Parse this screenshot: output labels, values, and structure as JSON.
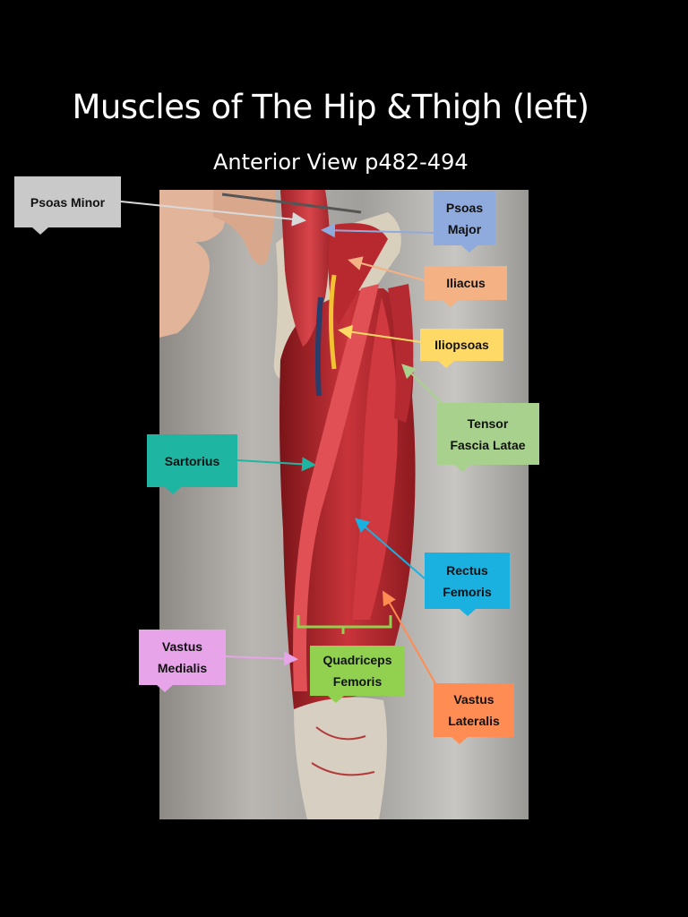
{
  "title": "Muscles of The Hip &Thigh (left)",
  "subtitle": "Anterior View p482-494",
  "labels": {
    "psoas_minor": "Psoas Minor",
    "psoas_major": "Psoas\nMajor",
    "iliacus": "Iliacus",
    "iliopsoas": "Iliopsoas",
    "tensor_fascia_latae": "Tensor\nFascia Latae",
    "sartorius": "Sartorius",
    "rectus_femoris": "Rectus\nFemoris",
    "vastus_medialis": "Vastus\nMedialis",
    "quadriceps_femoris": "Quadriceps\nFemoris",
    "vastus_lateralis": "Vastus\nLateralis"
  },
  "colors": {
    "psoas_minor": "#c9c9c9",
    "psoas_major": "#8faadc",
    "iliacus": "#f4b183",
    "iliopsoas": "#ffd966",
    "tensor_fascia_latae": "#a9d18e",
    "sartorius": "#1fb5a3",
    "rectus_femoris": "#1ab0e0",
    "vastus_medialis": "#e7a4e8",
    "quadriceps_femoris": "#92d050",
    "vastus_lateralis": "#ff8c52"
  }
}
